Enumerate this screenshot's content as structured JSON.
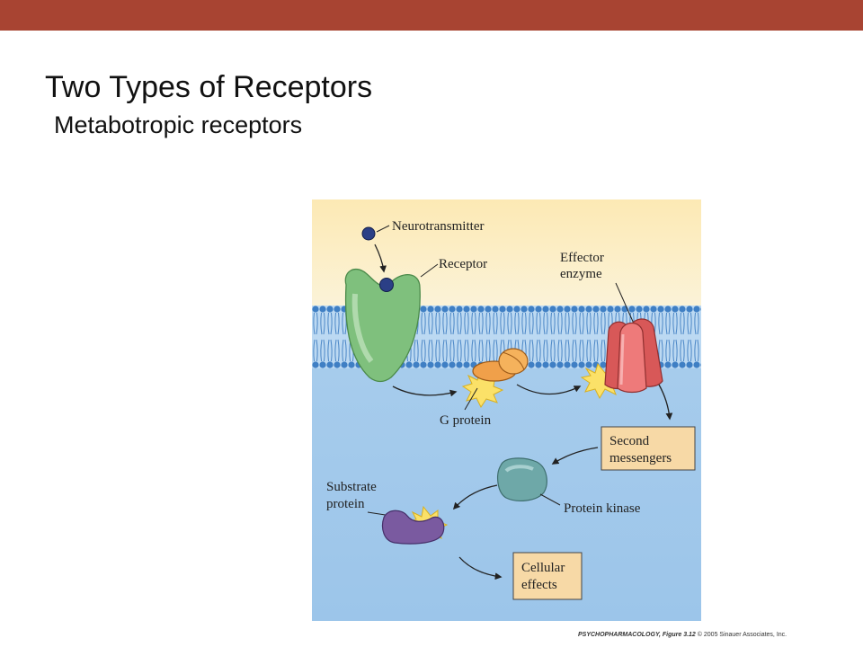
{
  "slide": {
    "title": "Two Types of Receptors",
    "subtitle": "Metabotropic receptors"
  },
  "diagram": {
    "labels": {
      "neurotransmitter": "Neurotransmitter",
      "receptor": "Receptor",
      "effector_line1": "Effector",
      "effector_line2": "enzyme",
      "g_protein": "G protein",
      "second_line1": "Second",
      "second_line2": "messengers",
      "protein_kinase": "Protein kinase",
      "substrate_line1": "Substrate",
      "substrate_line2": "protein",
      "cellular_line1": "Cellular",
      "cellular_line2": "effects"
    },
    "credit": {
      "source": "PSYCHOPHARMACOLOGY, Figure 3.12",
      "copyright": "© 2005 Sinauer Associates, Inc."
    }
  },
  "colors": {
    "accent_bar": "#a84432",
    "extracellular": "#fbeec2",
    "intracellular": "#a3c9ea",
    "membrane": "#4a86c6",
    "receptor": "#7fc07d",
    "g_protein": "#f0a04a",
    "effector": "#e86a6a",
    "kinase": "#6ea8a8",
    "substrate": "#7a5aa0",
    "label_box": "#f7d9a6"
  }
}
